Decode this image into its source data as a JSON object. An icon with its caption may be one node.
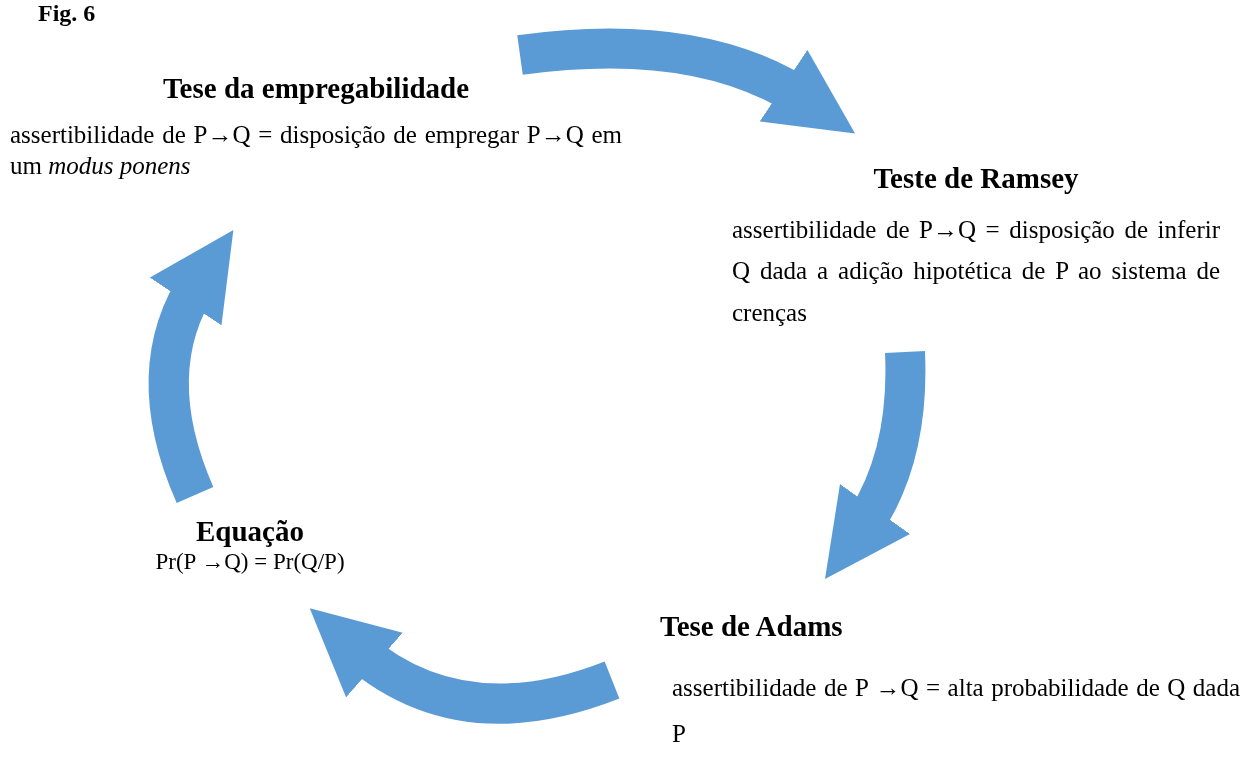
{
  "diagram": {
    "title": "Fig. 6",
    "nodes": [
      {
        "text": [
          "Tese da empregabilidade",
          "assertibilidade de P→Q = disposição de empregar P→Q em um *modus ponens*"
        ]
      },
      {
        "text": [
          "Teste de Ramsey",
          "assertibilidade de P→Q = disposição de inferir Q dada a adição hipotética de P ao sistema de crenças"
        ]
      },
      {
        "text": [
          "Tese de Adams",
          "assertibilidade de P →Q = alta probabilidade de Q dada P"
        ]
      },
      {
        "text": [
          "Equação",
          "Pr(P →Q) = Pr(Q/P)"
        ]
      }
    ],
    "edges": [
      {
        "from": 0,
        "to": 1,
        "arrow": "to"
      },
      {
        "from": 1,
        "to": 2,
        "arrow": "to"
      },
      {
        "from": 2,
        "to": 3,
        "arrow": "to"
      },
      {
        "from": 3,
        "to": 0,
        "arrow": "to"
      }
    ]
  }
}
